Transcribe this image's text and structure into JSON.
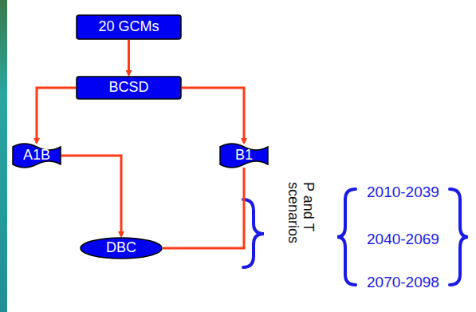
{
  "diagram": {
    "nodes": [
      {
        "text": [
          "20 GCMs"
        ]
      },
      {
        "text": [
          "BCSD"
        ]
      },
      {
        "text": [
          "A1B"
        ]
      },
      {
        "text": [
          "B1"
        ]
      },
      {
        "text": [
          "DBC"
        ]
      }
    ],
    "edges": [
      {
        "from": 0,
        "to": 1,
        "arrow": "to"
      },
      {
        "from": 1,
        "to": 2,
        "arrow": "to"
      },
      {
        "from": 1,
        "to": 3,
        "arrow": "to"
      },
      {
        "from": 2,
        "to": 4,
        "arrow": "to"
      },
      {
        "from": 4,
        "to": 3,
        "arrow": "none"
      }
    ],
    "labels": [
      "P and T scenarios",
      "2010-2039",
      "2040-2069",
      "2070-2098"
    ]
  }
}
